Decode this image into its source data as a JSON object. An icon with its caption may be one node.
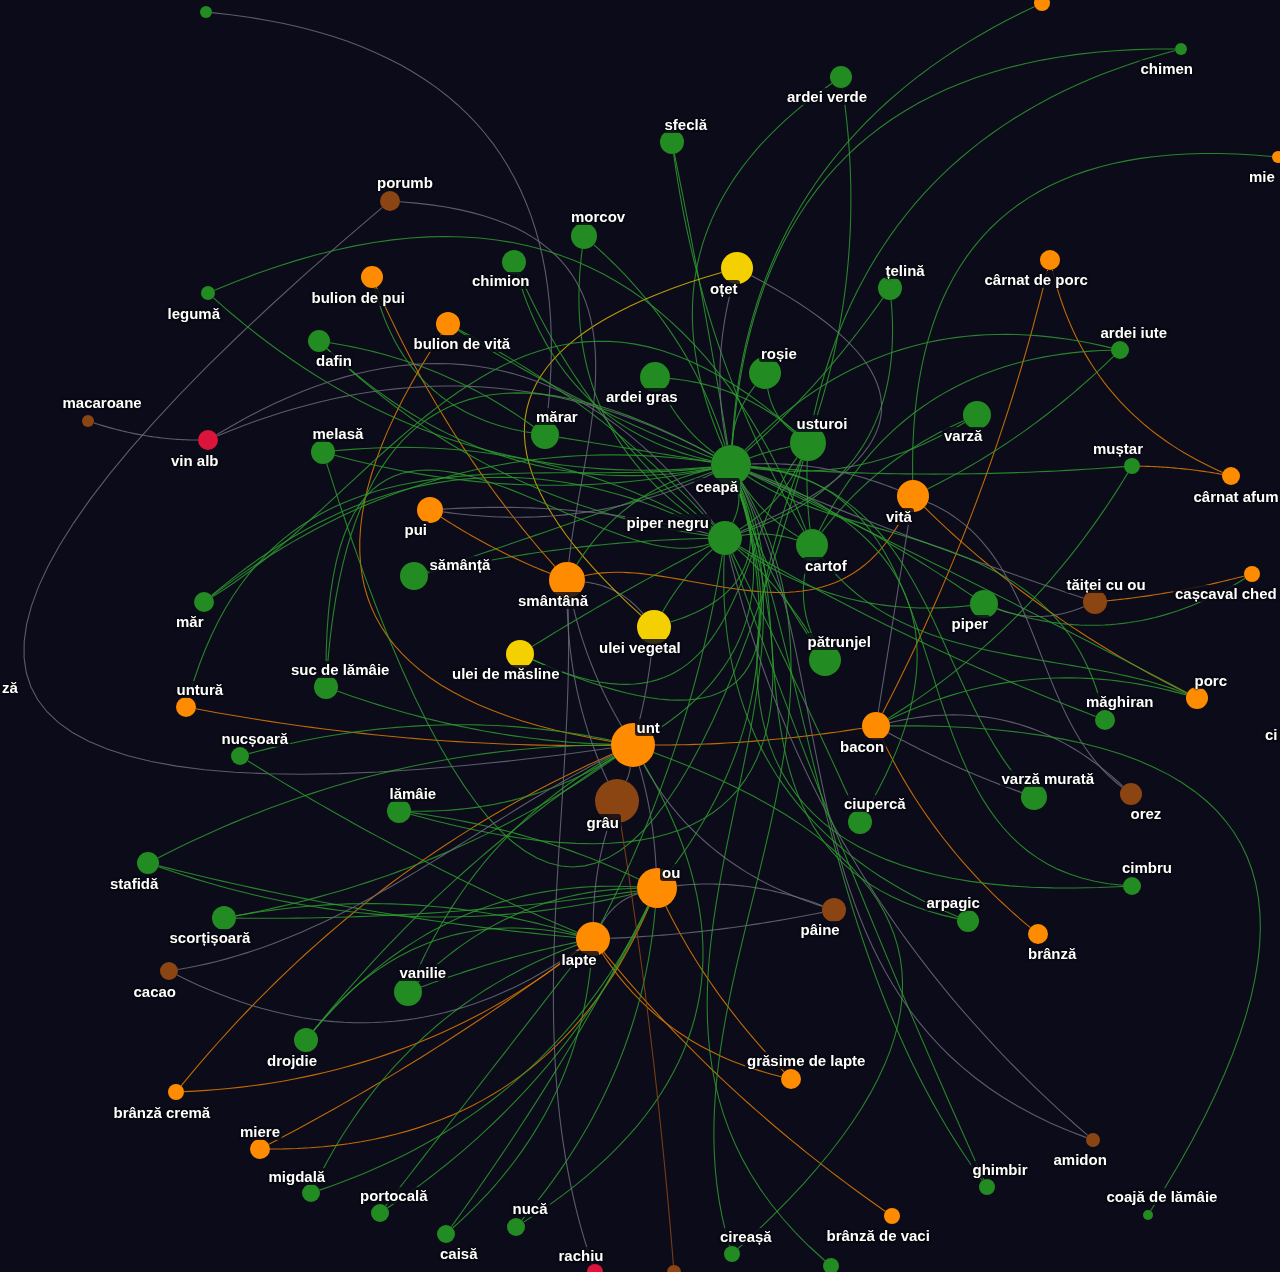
{
  "diagram": {
    "nodes": [
      {
        "text": [],
        "shape": "circle"
      },
      {
        "text": [],
        "shape": "circle"
      },
      {
        "text": [
          "chimen"
        ]
      },
      {
        "text": [
          "ardei verde"
        ]
      },
      {
        "text": [
          "mie"
        ]
      },
      {
        "text": [
          "sfeclă"
        ]
      },
      {
        "text": [
          "porumb"
        ]
      },
      {
        "text": [
          "morcov"
        ]
      },
      {
        "text": [
          "chimion"
        ]
      },
      {
        "text": [
          "oțet"
        ]
      },
      {
        "text": [
          "bulion de pui"
        ]
      },
      {
        "text": [
          "țelină"
        ]
      },
      {
        "text": [
          "cârnat de porc"
        ]
      },
      {
        "text": [
          "legumă"
        ]
      },
      {
        "text": [
          "bulion de vită"
        ]
      },
      {
        "text": [
          "dafin"
        ]
      },
      {
        "text": [
          "ardei iute"
        ]
      },
      {
        "text": [
          "roșie"
        ]
      },
      {
        "text": [
          "ardei gras"
        ]
      },
      {
        "text": [
          "macaroane"
        ]
      },
      {
        "text": [
          "mărar"
        ]
      },
      {
        "text": [
          "varză"
        ]
      },
      {
        "text": [
          "usturoi"
        ]
      },
      {
        "text": [
          "vin alb"
        ]
      },
      {
        "text": [
          "melasă"
        ]
      },
      {
        "text": [
          "muștar"
        ]
      },
      {
        "text": [
          "ceapă"
        ]
      },
      {
        "text": [
          "cârnat afum"
        ]
      },
      {
        "text": [
          "vită"
        ]
      },
      {
        "text": [
          "pui"
        ]
      },
      {
        "text": [
          "piper negru"
        ]
      },
      {
        "text": [
          "cartof"
        ]
      },
      {
        "text": [
          "sămânță"
        ]
      },
      {
        "text": [
          "smântână"
        ]
      },
      {
        "text": [
          "tăiței cu ou"
        ]
      },
      {
        "text": [
          "cașcaval ched"
        ]
      },
      {
        "text": [
          "măr"
        ]
      },
      {
        "text": [
          "piper"
        ]
      },
      {
        "text": [
          "ulei vegetal"
        ]
      },
      {
        "text": [
          "pătrunjel"
        ]
      },
      {
        "text": [
          "ulei de măsline"
        ]
      },
      {
        "text": [
          "suc de lămâie"
        ]
      },
      {
        "text": [
          "untură"
        ]
      },
      {
        "text": [
          "porc"
        ]
      },
      {
        "text": [
          "măghiran"
        ]
      },
      {
        "text": [
          "nucșoară"
        ]
      },
      {
        "text": [
          "unt"
        ]
      },
      {
        "text": [
          "bacon"
        ]
      },
      {
        "text": [
          "lămâie"
        ]
      },
      {
        "text": [
          "grâu"
        ]
      },
      {
        "text": [
          "varză murată"
        ]
      },
      {
        "text": [
          "orez"
        ]
      },
      {
        "text": [
          "ciupercă"
        ]
      },
      {
        "text": [
          "stafidă"
        ]
      },
      {
        "text": [
          "cimbru"
        ]
      },
      {
        "text": [
          "ou"
        ]
      },
      {
        "text": [
          "pâine"
        ]
      },
      {
        "text": [
          "arpagic"
        ]
      },
      {
        "text": [
          "brânză"
        ]
      },
      {
        "text": [
          "scorțișoară"
        ]
      },
      {
        "text": [
          "lapte"
        ]
      },
      {
        "text": [
          "cacao"
        ]
      },
      {
        "text": [
          "vanilie"
        ]
      },
      {
        "text": [
          "drojdie"
        ]
      },
      {
        "text": [
          "grăsime de lapte"
        ]
      },
      {
        "text": [
          "brânză cremă"
        ]
      },
      {
        "text": [
          "miere"
        ]
      },
      {
        "text": [
          "amidon"
        ]
      },
      {
        "text": [
          "ghimbir"
        ]
      },
      {
        "text": [
          "migdală"
        ]
      },
      {
        "text": [
          "coajă de lămâie"
        ]
      },
      {
        "text": [
          "portocală"
        ]
      },
      {
        "text": [
          "brânză de vaci"
        ]
      },
      {
        "text": [
          "nucă"
        ]
      },
      {
        "text": [
          "caisă"
        ]
      },
      {
        "text": [
          "cireașă"
        ]
      },
      {
        "text": [
          "rachiu"
        ]
      },
      {
        "text": [],
        "shape": "circle"
      },
      {
        "text": [],
        "shape": "circle"
      }
    ],
    "edges": [
      {
        "from": 26,
        "to": 30,
        "arrow": "none"
      },
      {
        "from": 26,
        "to": 22,
        "arrow": "none"
      },
      {
        "from": 26,
        "to": 31,
        "arrow": "none"
      },
      {
        "from": 26,
        "to": 17,
        "arrow": "none"
      },
      {
        "from": 20,
        "to": 26,
        "arrow": "none"
      },
      {
        "from": 30,
        "to": 22,
        "arrow": "none"
      },
      {
        "from": 30,
        "to": 31,
        "arrow": "none"
      },
      {
        "from": 22,
        "to": 31,
        "arrow": "none"
      },
      {
        "from": 17,
        "to": 22,
        "arrow": "none"
      },
      {
        "from": 39,
        "to": 26,
        "arrow": "none"
      },
      {
        "from": 39,
        "to": 30,
        "arrow": "none"
      },
      {
        "from": 39,
        "to": 31,
        "arrow": "none"
      },
      {
        "from": 7,
        "to": 26,
        "arrow": "none"
      },
      {
        "from": 7,
        "to": 30,
        "arrow": "none"
      },
      {
        "from": 5,
        "to": 26,
        "arrow": "none"
      },
      {
        "from": 5,
        "to": 31,
        "arrow": "none"
      },
      {
        "from": 3,
        "to": 26,
        "arrow": "none"
      },
      {
        "from": 3,
        "to": 22,
        "arrow": "none"
      },
      {
        "from": 11,
        "to": 26,
        "arrow": "none"
      },
      {
        "from": 11,
        "to": 30,
        "arrow": "none"
      },
      {
        "from": 21,
        "to": 26,
        "arrow": "none"
      },
      {
        "from": 21,
        "to": 31,
        "arrow": "none"
      },
      {
        "from": 37,
        "to": 26,
        "arrow": "none"
      },
      {
        "from": 37,
        "to": 30,
        "arrow": "none"
      },
      {
        "from": 18,
        "to": 26,
        "arrow": "none"
      },
      {
        "from": 18,
        "to": 22,
        "arrow": "none"
      },
      {
        "from": 32,
        "to": 30,
        "arrow": "none"
      },
      {
        "from": 32,
        "to": 26,
        "arrow": "none"
      },
      {
        "from": 33,
        "to": 46,
        "arrow": "none",
        "color": "#6b6b78"
      },
      {
        "from": 46,
        "to": 55,
        "arrow": "none",
        "color": "#6b6b78"
      },
      {
        "from": 55,
        "to": 60,
        "arrow": "none",
        "color": "#6b6b78"
      },
      {
        "from": 60,
        "to": 49,
        "arrow": "none",
        "color": "#6b6b78"
      },
      {
        "from": 49,
        "to": 46,
        "arrow": "none",
        "color": "#6b6b78"
      },
      {
        "from": 33,
        "to": 38,
        "arrow": "none",
        "color": "#6b6b78"
      },
      {
        "from": 38,
        "to": 46,
        "arrow": "none",
        "color": "#6b6b78"
      },
      {
        "from": 9,
        "to": 26,
        "arrow": "none",
        "color": "#6b6b78"
      },
      {
        "from": 9,
        "to": 30,
        "arrow": "none",
        "color": "#6b6b78"
      },
      {
        "from": 28,
        "to": 47,
        "arrow": "none",
        "color": "#6b6b78"
      },
      {
        "from": 28,
        "to": 26,
        "arrow": "none",
        "color": "#6b6b78"
      },
      {
        "from": 33,
        "to": 28,
        "arrow": "none",
        "color": "#e07b00"
      },
      {
        "from": 46,
        "to": 47,
        "arrow": "none",
        "color": "#e07b00"
      },
      {
        "from": 60,
        "to": 64,
        "arrow": "none",
        "color": "#e07b00"
      },
      {
        "from": 60,
        "to": 72,
        "arrow": "none",
        "color": "#e07b00"
      },
      {
        "from": 55,
        "to": 64,
        "arrow": "none",
        "color": "#e07b00"
      },
      {
        "from": 46,
        "to": 42,
        "arrow": "none",
        "color": "#e07b00"
      },
      {
        "from": 60,
        "to": 66,
        "arrow": "none",
        "color": "#e07b00"
      },
      {
        "from": 46,
        "to": 65,
        "arrow": "none",
        "color": "#e07b00"
      },
      {
        "from": 12,
        "to": 47,
        "arrow": "none",
        "color": "#e07b00"
      },
      {
        "from": 12,
        "to": 27,
        "arrow": "none",
        "color": "#e07b00"
      },
      {
        "from": 47,
        "to": 58,
        "arrow": "none",
        "color": "#e07b00"
      },
      {
        "from": 28,
        "to": 43,
        "arrow": "none",
        "color": "#e07b00"
      },
      {
        "from": 34,
        "to": 35,
        "arrow": "none",
        "color": "#e07b00"
      },
      {
        "from": 29,
        "to": 33,
        "arrow": "none",
        "color": "#e07b00"
      },
      {
        "from": 14,
        "to": 46,
        "arrow": "none",
        "color": "#e07b00"
      },
      {
        "from": 10,
        "to": 33,
        "arrow": "none",
        "color": "#e07b00"
      },
      {
        "from": 9,
        "to": 38,
        "arrow": "none",
        "color": "#d9b300"
      },
      {
        "from": 2,
        "to": 22,
        "arrow": "none"
      },
      {
        "from": 2,
        "to": 26,
        "arrow": "none"
      },
      {
        "from": 0,
        "to": 20,
        "arrow": "none",
        "color": "#6b6b78"
      },
      {
        "from": 1,
        "to": 26,
        "arrow": "none"
      },
      {
        "from": 4,
        "to": 28,
        "arrow": "none"
      },
      {
        "from": 6,
        "to": 33,
        "arrow": "none",
        "color": "#6b6b78"
      },
      {
        "from": 6,
        "to": 46,
        "arrow": "none",
        "color": "#6b6b78"
      },
      {
        "from": 8,
        "to": 26,
        "arrow": "none"
      },
      {
        "from": 8,
        "to": 30,
        "arrow": "none"
      },
      {
        "from": 10,
        "to": 20,
        "arrow": "none"
      },
      {
        "from": 14,
        "to": 26,
        "arrow": "none"
      },
      {
        "from": 14,
        "to": 30,
        "arrow": "none"
      },
      {
        "from": 13,
        "to": 26,
        "arrow": "none"
      },
      {
        "from": 13,
        "to": 31,
        "arrow": "none"
      },
      {
        "from": 15,
        "to": 26,
        "arrow": "none"
      },
      {
        "from": 15,
        "to": 30,
        "arrow": "none"
      },
      {
        "from": 15,
        "to": 20,
        "arrow": "none"
      },
      {
        "from": 16,
        "to": 26,
        "arrow": "none"
      },
      {
        "from": 16,
        "to": 31,
        "arrow": "none"
      },
      {
        "from": 16,
        "to": 28,
        "arrow": "none"
      },
      {
        "from": 19,
        "to": 23,
        "arrow": "none",
        "color": "#6b6b78"
      },
      {
        "from": 23,
        "to": 30,
        "arrow": "none",
        "color": "#6b6b78"
      },
      {
        "from": 23,
        "to": 26,
        "arrow": "none",
        "color": "#6b6b78"
      },
      {
        "from": 24,
        "to": 26,
        "arrow": "none"
      },
      {
        "from": 24,
        "to": 30,
        "arrow": "none"
      },
      {
        "from": 24,
        "to": 22,
        "arrow": "none"
      },
      {
        "from": 25,
        "to": 26,
        "arrow": "none"
      },
      {
        "from": 25,
        "to": 47,
        "arrow": "none"
      },
      {
        "from": 27,
        "to": 25,
        "arrow": "none",
        "color": "#e07b00"
      },
      {
        "from": 29,
        "to": 26,
        "arrow": "none",
        "color": "#6b6b78"
      },
      {
        "from": 29,
        "to": 30,
        "arrow": "none",
        "color": "#6b6b78"
      },
      {
        "from": 34,
        "to": 26,
        "arrow": "none",
        "color": "#6b6b78"
      },
      {
        "from": 34,
        "to": 37,
        "arrow": "none",
        "color": "#6b6b78"
      },
      {
        "from": 35,
        "to": 37,
        "arrow": "none"
      },
      {
        "from": 36,
        "to": 30,
        "arrow": "none"
      },
      {
        "from": 36,
        "to": 26,
        "arrow": "none"
      },
      {
        "from": 36,
        "to": 22,
        "arrow": "none"
      },
      {
        "from": 40,
        "to": 26,
        "arrow": "none"
      },
      {
        "from": 40,
        "to": 30,
        "arrow": "none"
      },
      {
        "from": 40,
        "to": 22,
        "arrow": "none"
      },
      {
        "from": 41,
        "to": 30,
        "arrow": "none"
      },
      {
        "from": 41,
        "to": 26,
        "arrow": "none"
      },
      {
        "from": 41,
        "to": 46,
        "arrow": "none"
      },
      {
        "from": 42,
        "to": 26,
        "arrow": "none"
      },
      {
        "from": 43,
        "to": 26,
        "arrow": "none"
      },
      {
        "from": 43,
        "to": 31,
        "arrow": "none"
      },
      {
        "from": 43,
        "to": 47,
        "arrow": "none"
      },
      {
        "from": 44,
        "to": 26,
        "arrow": "none"
      },
      {
        "from": 44,
        "to": 30,
        "arrow": "none"
      },
      {
        "from": 45,
        "to": 46,
        "arrow": "none"
      },
      {
        "from": 45,
        "to": 60,
        "arrow": "none"
      },
      {
        "from": 48,
        "to": 46,
        "arrow": "none"
      },
      {
        "from": 48,
        "to": 55,
        "arrow": "none"
      },
      {
        "from": 48,
        "to": 26,
        "arrow": "none"
      },
      {
        "from": 50,
        "to": 26,
        "arrow": "none"
      },
      {
        "from": 50,
        "to": 47,
        "arrow": "none",
        "color": "#6b6b78"
      },
      {
        "from": 51,
        "to": 47,
        "arrow": "none",
        "color": "#6b6b78"
      },
      {
        "from": 51,
        "to": 28,
        "arrow": "none",
        "color": "#6b6b78"
      },
      {
        "from": 52,
        "to": 26,
        "arrow": "none"
      },
      {
        "from": 52,
        "to": 30,
        "arrow": "none"
      },
      {
        "from": 53,
        "to": 46,
        "arrow": "none"
      },
      {
        "from": 53,
        "to": 60,
        "arrow": "none"
      },
      {
        "from": 53,
        "to": 55,
        "arrow": "none"
      },
      {
        "from": 54,
        "to": 26,
        "arrow": "none"
      },
      {
        "from": 54,
        "to": 22,
        "arrow": "none"
      },
      {
        "from": 56,
        "to": 46,
        "arrow": "none",
        "color": "#6b6b78"
      },
      {
        "from": 56,
        "to": 60,
        "arrow": "none",
        "color": "#6b6b78"
      },
      {
        "from": 56,
        "to": 55,
        "arrow": "none",
        "color": "#6b6b78"
      },
      {
        "from": 57,
        "to": 26,
        "arrow": "none"
      },
      {
        "from": 57,
        "to": 30,
        "arrow": "none"
      },
      {
        "from": 59,
        "to": 46,
        "arrow": "none"
      },
      {
        "from": 59,
        "to": 60,
        "arrow": "none"
      },
      {
        "from": 59,
        "to": 55,
        "arrow": "none"
      },
      {
        "from": 61,
        "to": 60,
        "arrow": "none",
        "color": "#6b6b78"
      },
      {
        "from": 61,
        "to": 46,
        "arrow": "none",
        "color": "#6b6b78"
      },
      {
        "from": 62,
        "to": 46,
        "arrow": "none"
      },
      {
        "from": 62,
        "to": 55,
        "arrow": "none"
      },
      {
        "from": 62,
        "to": 60,
        "arrow": "none"
      },
      {
        "from": 63,
        "to": 46,
        "arrow": "none"
      },
      {
        "from": 63,
        "to": 60,
        "arrow": "none"
      },
      {
        "from": 63,
        "to": 55,
        "arrow": "none"
      },
      {
        "from": 65,
        "to": 60,
        "arrow": "none",
        "color": "#e07b00"
      },
      {
        "from": 66,
        "to": 55,
        "arrow": "none",
        "color": "#e07b00"
      },
      {
        "from": 67,
        "to": 30,
        "arrow": "none",
        "color": "#6b6b78"
      },
      {
        "from": 67,
        "to": 26,
        "arrow": "none",
        "color": "#6b6b78"
      },
      {
        "from": 68,
        "to": 26,
        "arrow": "none"
      },
      {
        "from": 68,
        "to": 30,
        "arrow": "none"
      },
      {
        "from": 69,
        "to": 60,
        "arrow": "none"
      },
      {
        "from": 69,
        "to": 55,
        "arrow": "none"
      },
      {
        "from": 70,
        "to": 47,
        "arrow": "none"
      },
      {
        "from": 71,
        "to": 55,
        "arrow": "none"
      },
      {
        "from": 71,
        "to": 60,
        "arrow": "none"
      },
      {
        "from": 73,
        "to": 55,
        "arrow": "none"
      },
      {
        "from": 73,
        "to": 46,
        "arrow": "none"
      },
      {
        "from": 74,
        "to": 55,
        "arrow": "none"
      },
      {
        "from": 74,
        "to": 60,
        "arrow": "none"
      },
      {
        "from": 75,
        "to": 26,
        "arrow": "none"
      },
      {
        "from": 75,
        "to": 46,
        "arrow": "none"
      },
      {
        "from": 76,
        "to": 33,
        "arrow": "none",
        "color": "#6b6b78"
      },
      {
        "from": 77,
        "to": 26,
        "arrow": "none"
      },
      {
        "from": 78,
        "to": 49,
        "arrow": "none",
        "color": "#8b4513"
      },
      {
        "from": 49,
        "to": 33,
        "arrow": "none",
        "color": "#6b6b78"
      },
      {
        "from": 46,
        "to": 26,
        "arrow": "none"
      },
      {
        "from": 55,
        "to": 26,
        "arrow": "none"
      },
      {
        "from": 60,
        "to": 30,
        "arrow": "none"
      },
      {
        "from": 33,
        "to": 26,
        "arrow": "none"
      },
      {
        "from": 38,
        "to": 26,
        "arrow": "none"
      },
      {
        "from": 38,
        "to": 30,
        "arrow": "none"
      }
    ],
    "labels": [
      "ză",
      "ci"
    ]
  }
}
